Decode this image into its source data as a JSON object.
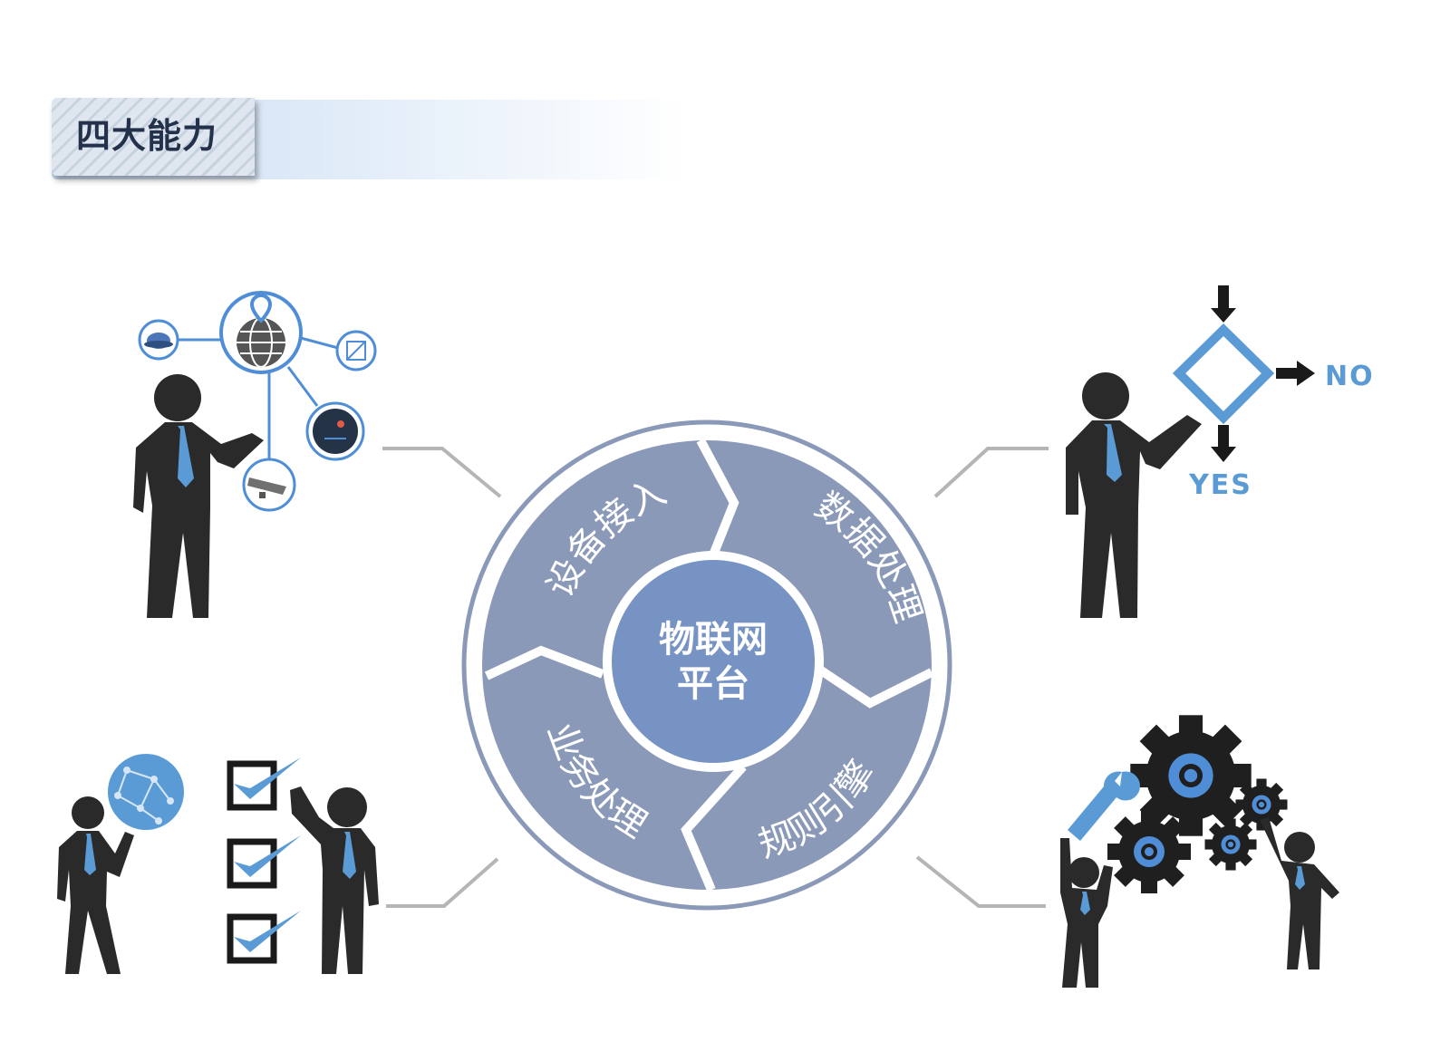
{
  "header": {
    "title": "四大能力"
  },
  "center": {
    "line1": "物联网",
    "line2": "平台"
  },
  "segments": [
    {
      "id": "device-access",
      "label": "设备接入"
    },
    {
      "id": "data-processing",
      "label": "数据处理"
    },
    {
      "id": "rules-engine",
      "label": "规则引擎"
    },
    {
      "id": "business-processing",
      "label": "业务处理"
    }
  ],
  "decision": {
    "yes_label": "YES",
    "no_label": "NO"
  },
  "icons": {
    "device": [
      "globe-location-icon",
      "satellite-icon",
      "sensor-icon",
      "wearable-icon",
      "camera-icon"
    ],
    "data": [
      "decision-diamond-icon",
      "arrow-down-icon",
      "arrow-right-icon"
    ],
    "rules": [
      "gear-icon",
      "wrench-icon"
    ],
    "business": [
      "network-globe-icon",
      "checkbox-icon"
    ]
  },
  "colors": {
    "ring": "#8b99b8",
    "center": "#7793c4",
    "accent": "#4f8ed6",
    "figure": "#2a2a2a",
    "tie": "#5b9bd5",
    "connector": "#b5b5b5"
  }
}
